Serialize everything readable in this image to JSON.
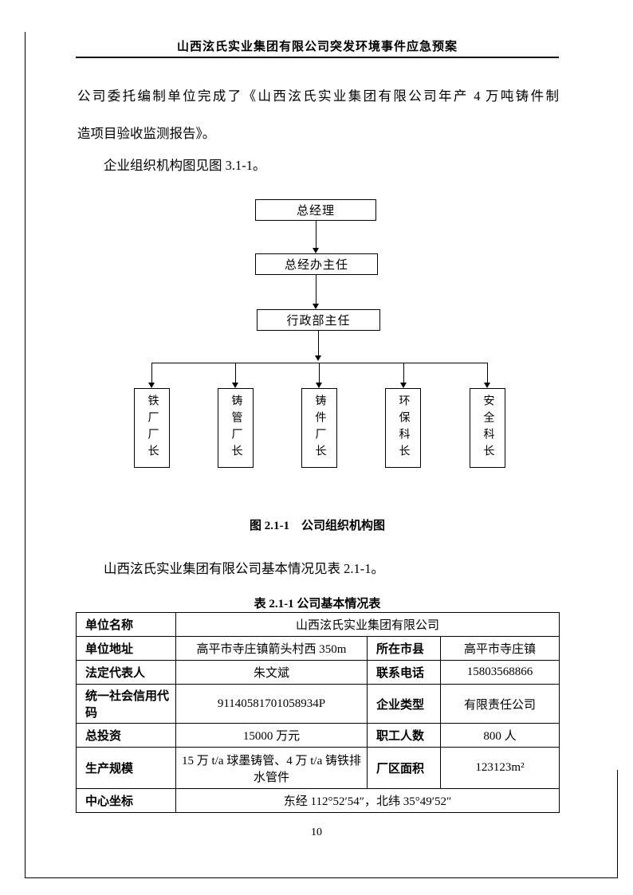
{
  "header": {
    "title": "山西泫氏实业集团有限公司突发环境事件应急预案"
  },
  "paragraphs": {
    "p1_line1": "公司委托编制单位完成了《山西泫氏实业集团有限公司年产 4 万吨铸件制",
    "p1_line2": "造项目验收监测报告》。",
    "p2": "企业组织机构图见图 3.1-1。",
    "p3": "山西泫氏实业集团有限公司基本情况见表 2.1-1。"
  },
  "org_chart": {
    "level1": "总经理",
    "level2": "总经办主任",
    "level3": "行政部主任",
    "leaves": [
      "铁厂厂长",
      "铸管厂长",
      "铸件厂长",
      "环保科长",
      "安全科长"
    ],
    "caption": "图 2.1-1　公司组织机构图"
  },
  "table": {
    "title": "表 2.1-1 公司基本情况表",
    "r1": {
      "label": "单位名称",
      "value": "山西泫氏实业集团有限公司"
    },
    "r2": {
      "label1": "单位地址",
      "value1": "高平市寺庄镇箭头村西 350m",
      "label2": "所在市县",
      "value2": "高平市寺庄镇"
    },
    "r3": {
      "label1": "法定代表人",
      "value1": "朱文斌",
      "label2": "联系电话",
      "value2": "15803568866"
    },
    "r4": {
      "label1": "统一社会信用代码",
      "value1": "91140581701058934P",
      "label2": "企业类型",
      "value2": "有限责任公司"
    },
    "r5": {
      "label1": "总投资",
      "value1": "15000 万元",
      "label2": "职工人数",
      "value2": "800 人"
    },
    "r6": {
      "label1": "生产规模",
      "value1": "15 万 t/a 球墨铸管、4 万 t/a 铸铁排水管件",
      "label2": "厂区面积",
      "value2": "123123m²"
    },
    "r7": {
      "label": "中心坐标",
      "value": "东经 112°52′54″，北纬 35°49′52″"
    }
  },
  "footer": {
    "page_number": "10"
  }
}
